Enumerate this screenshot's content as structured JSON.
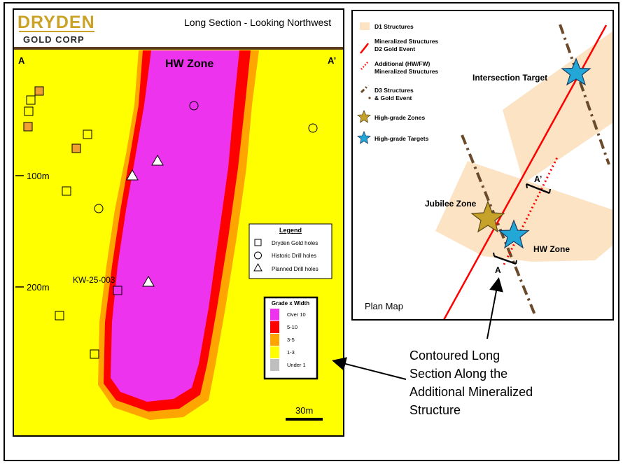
{
  "colors": {
    "yellow": "#ffff00",
    "magenta": "#ee33ee",
    "red": "#ff0000",
    "orange": "#ffa500",
    "gold": "#c9a227",
    "brown": "#6b4a2b",
    "beige": "#fbe3c4",
    "blue_star": "#22a7d6",
    "gold_star": "#c7a22a"
  },
  "long_section": {
    "logo_top": "DRYDEN",
    "logo_bottom": "GOLD CORP",
    "title": "Long Section - Looking Northwest",
    "corner_left": "A",
    "corner_right": "A’",
    "zone_label": "HW Zone",
    "depth_labels": [
      "100m",
      "200m"
    ],
    "hole_label": "KW-25-003",
    "scale_label": "30m",
    "legend": {
      "title": "Legend",
      "items": [
        {
          "symbol": "square-icon",
          "label": "Dryden Gold holes"
        },
        {
          "symbol": "circle-icon",
          "label": "Historic Drill holes"
        },
        {
          "symbol": "triangle-icon",
          "label": "Planned Drill holes"
        }
      ]
    },
    "grade_legend": {
      "title": "Grade x Width",
      "items": [
        {
          "label": "Over 10",
          "color": "#ee33ee"
        },
        {
          "label": "5-10",
          "color": "#ff0000"
        },
        {
          "label": "3-5",
          "color": "#ffa500"
        },
        {
          "label": "1-3",
          "color": "#ffff00"
        },
        {
          "label": "Under 1",
          "color": "#bfbfbf"
        }
      ]
    }
  },
  "plan_map": {
    "legend": [
      {
        "icon": "beige-box-icon",
        "label": "D1 Structures"
      },
      {
        "icon": "red-line-icon",
        "label": "Mineralized Structures\nD2 Gold Event"
      },
      {
        "icon": "red-dotted-line-icon",
        "label": "Additional (HW/FW)\nMineralized Structures"
      },
      {
        "icon": "brown-dashdot-line-icon",
        "label": "D3 Structures\n& Gold Event"
      },
      {
        "icon": "gold-star-icon",
        "label": "High-grade Zones"
      },
      {
        "icon": "blue-star-icon",
        "label": "High-grade Targets"
      }
    ],
    "labels": {
      "intersection": "Intersection Target",
      "jubilee": "Jubilee Zone",
      "hw": "HW Zone",
      "a": "A",
      "a_prime": "A’",
      "footer": "Plan Map"
    }
  },
  "callout": {
    "lines": [
      "Contoured Long",
      "Section Along the",
      "Additional Mineralized",
      "Structure"
    ]
  }
}
